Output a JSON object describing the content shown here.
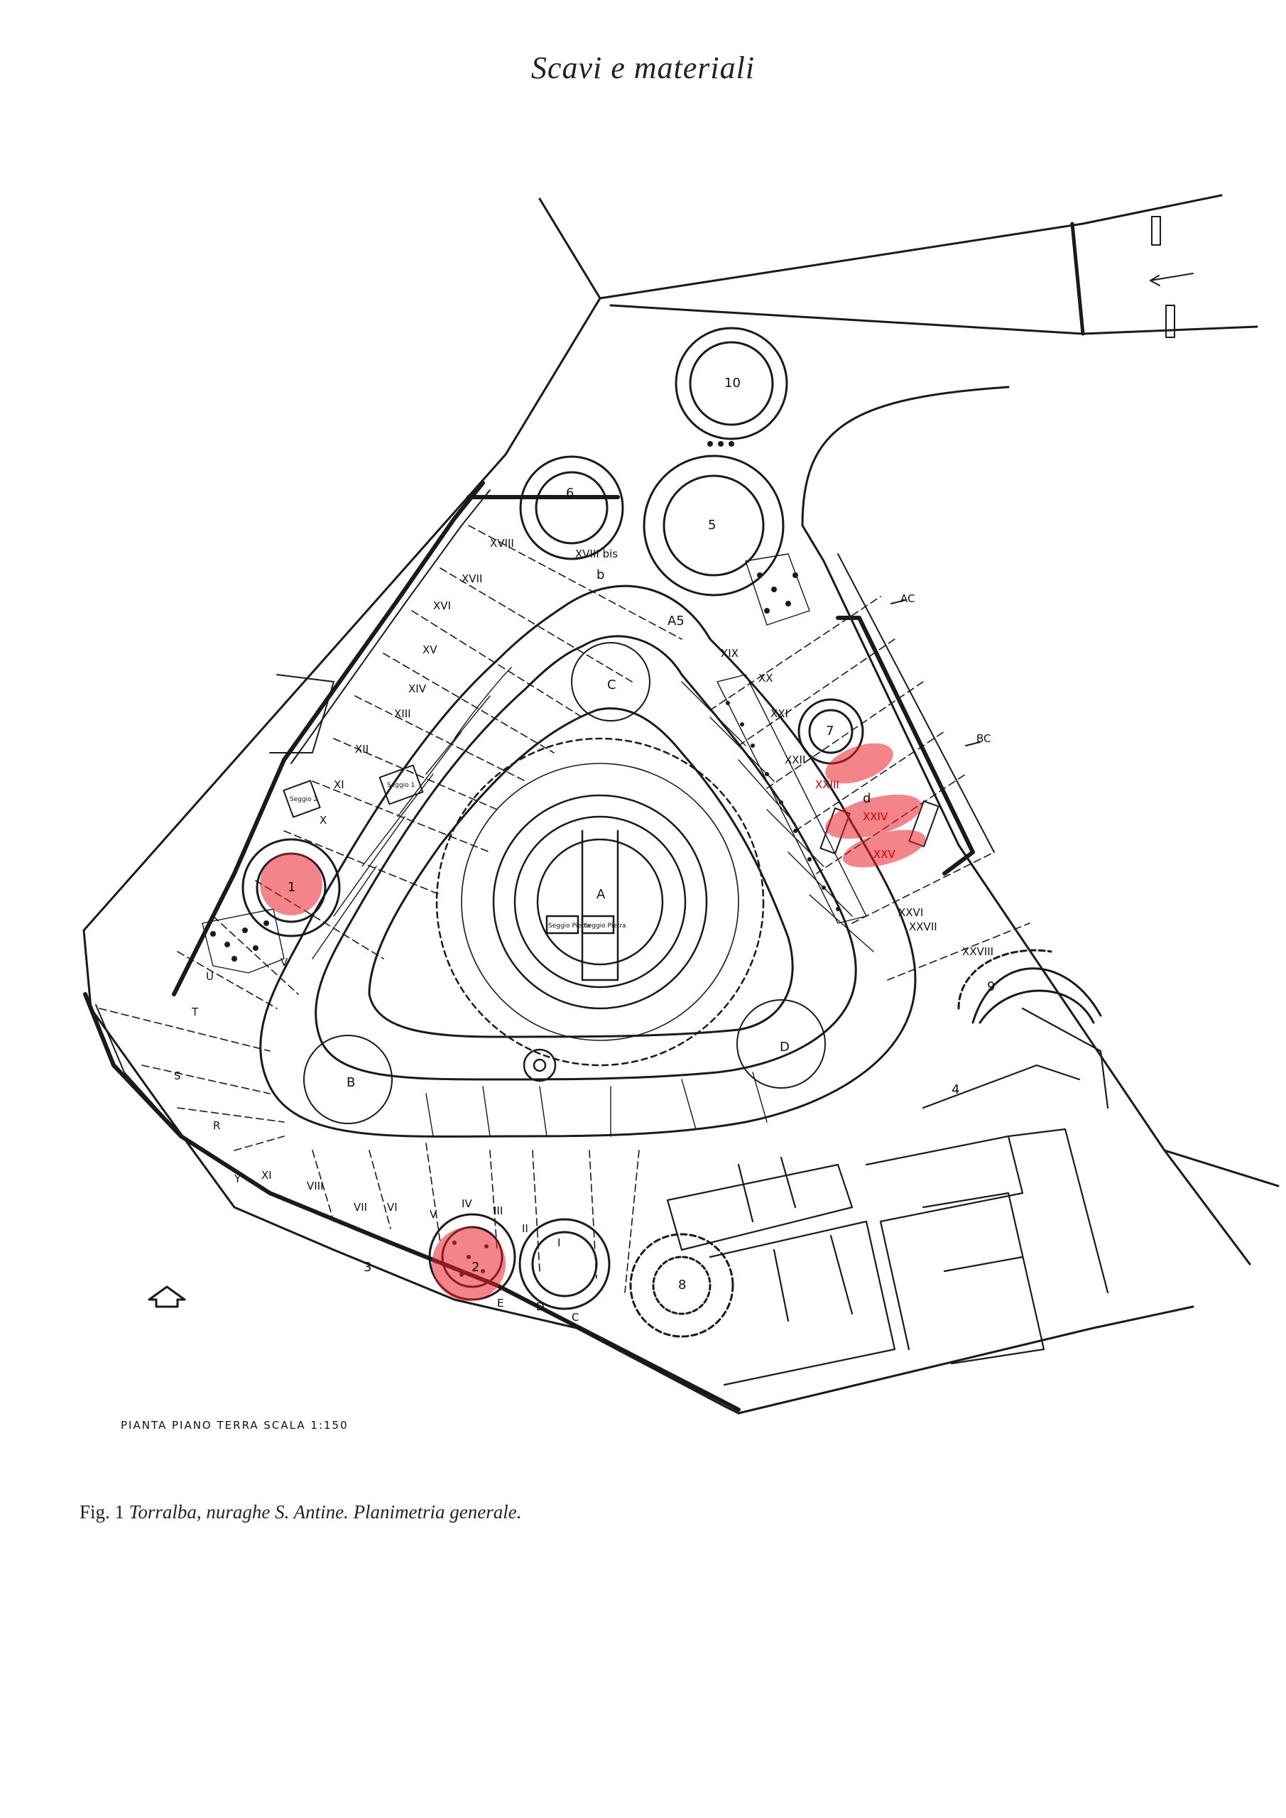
{
  "header": {
    "title": "Scavi e materiali"
  },
  "figure": {
    "scale_label": "PIANTA   PIANO   TERRA    SCALA 1:150",
    "caption_fig": "Fig. 1",
    "caption_text": "Torralba, nuraghe S. Antine. Planimetria generale.",
    "highlight_color": "#e8202a",
    "towers": [
      "1",
      "2",
      "3",
      "4",
      "5",
      "6",
      "7",
      "8",
      "9",
      "10"
    ],
    "core_labels": [
      "A",
      "B",
      "C",
      "D",
      "A5",
      "b",
      "d"
    ],
    "rooms_left": [
      "XVIII",
      "XVII",
      "XVI",
      "XV",
      "XIV",
      "XIII",
      "XII",
      "XI",
      "X",
      "V",
      "U",
      "T",
      "S",
      "R",
      "Y"
    ],
    "rooms_top": [
      "XVIII bis"
    ],
    "rooms_right": [
      "XIX",
      "XX",
      "XXI",
      "XXII",
      "XXIII",
      "XXIV",
      "XXV",
      "XXVI",
      "XXVII",
      "XXVIII"
    ],
    "rooms_bottom": [
      "XI",
      "VIII",
      "VII",
      "VI",
      "V",
      "IV",
      "III",
      "II",
      "I",
      "E",
      "D",
      "C"
    ],
    "roads": [
      "AC",
      "BC"
    ],
    "center_labels": [
      "Seggio Pietra",
      "Seggio Pietra"
    ],
    "seats": [
      "Seggio 2",
      "Seggio 1"
    ]
  }
}
